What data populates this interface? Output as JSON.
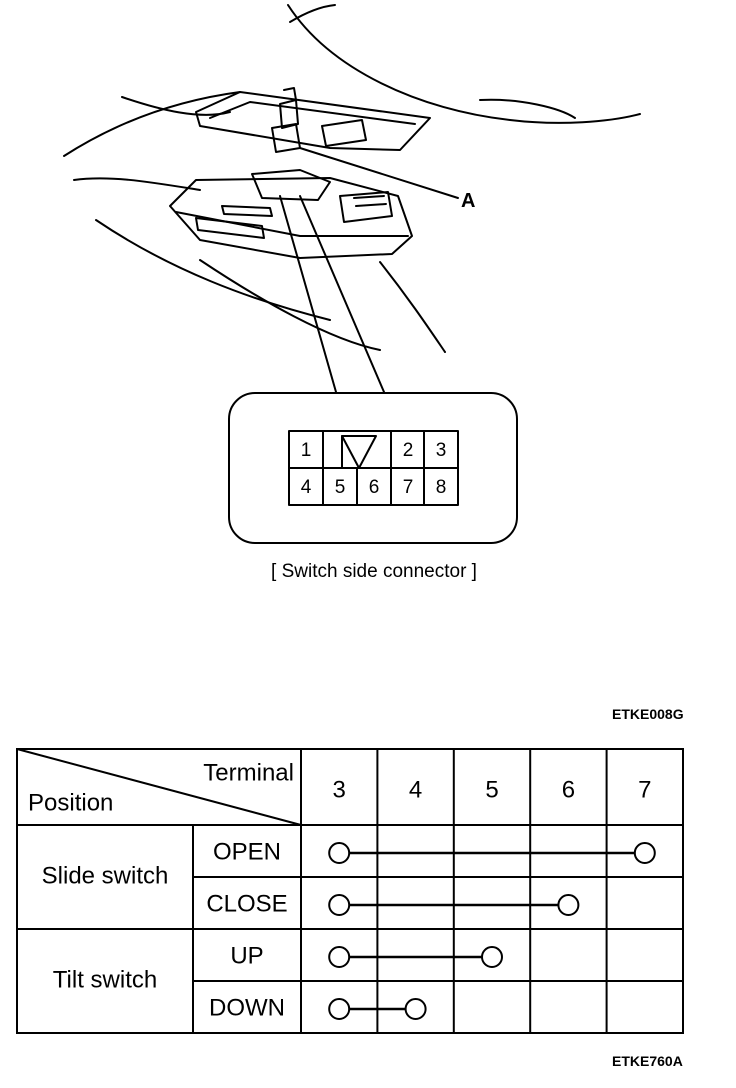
{
  "illustration": {
    "callout_label": "A",
    "connector_caption": "[ Switch side connector ]",
    "figure_code": "ETKE008G",
    "pins_top": [
      "1",
      "2",
      "3"
    ],
    "pins_bottom": [
      "4",
      "5",
      "6",
      "7",
      "8"
    ]
  },
  "table": {
    "header_terminal": "Terminal",
    "header_position": "Position",
    "terminals": [
      "3",
      "4",
      "5",
      "6",
      "7"
    ],
    "groups": [
      {
        "name": "Slide switch",
        "rows": [
          {
            "label": "OPEN",
            "connect": [
              "3",
              "7"
            ]
          },
          {
            "label": "CLOSE",
            "connect": [
              "3",
              "6"
            ]
          }
        ]
      },
      {
        "name": "Tilt switch",
        "rows": [
          {
            "label": "UP",
            "connect": [
              "3",
              "5"
            ]
          },
          {
            "label": "DOWN",
            "connect": [
              "3",
              "4"
            ]
          }
        ]
      }
    ],
    "figure_code": "ETKE760A"
  }
}
